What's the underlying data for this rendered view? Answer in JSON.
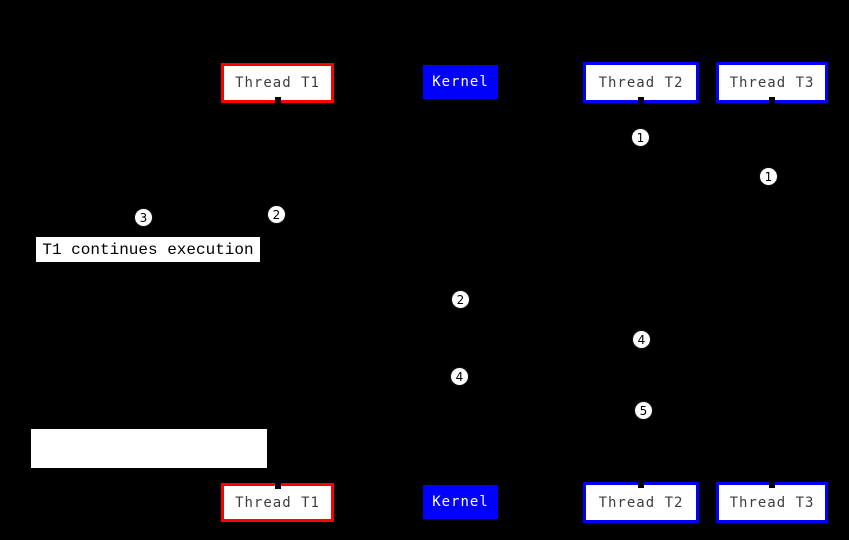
{
  "colors": {
    "background": "#000000",
    "red_border": "#ff0000",
    "blue": "#0000ff",
    "box_fill": "#ffffff",
    "box_text": "#3d3d3d",
    "kernel_text": "#ffffff",
    "circle_fill": "#ffffff",
    "circle_text": "#000000",
    "annotation_bg": "#ffffff",
    "annotation_text": "#000000"
  },
  "boxes": {
    "thread_t1": "Thread T1",
    "kernel": "Kernel",
    "thread_t2": "Thread T2",
    "thread_t3": "Thread T3"
  },
  "annotation": "T1 continues execution",
  "steps": [
    {
      "n": "1"
    },
    {
      "n": "1"
    },
    {
      "n": "2"
    },
    {
      "n": "3"
    },
    {
      "n": "2"
    },
    {
      "n": "4"
    },
    {
      "n": "4"
    },
    {
      "n": "5"
    }
  ]
}
